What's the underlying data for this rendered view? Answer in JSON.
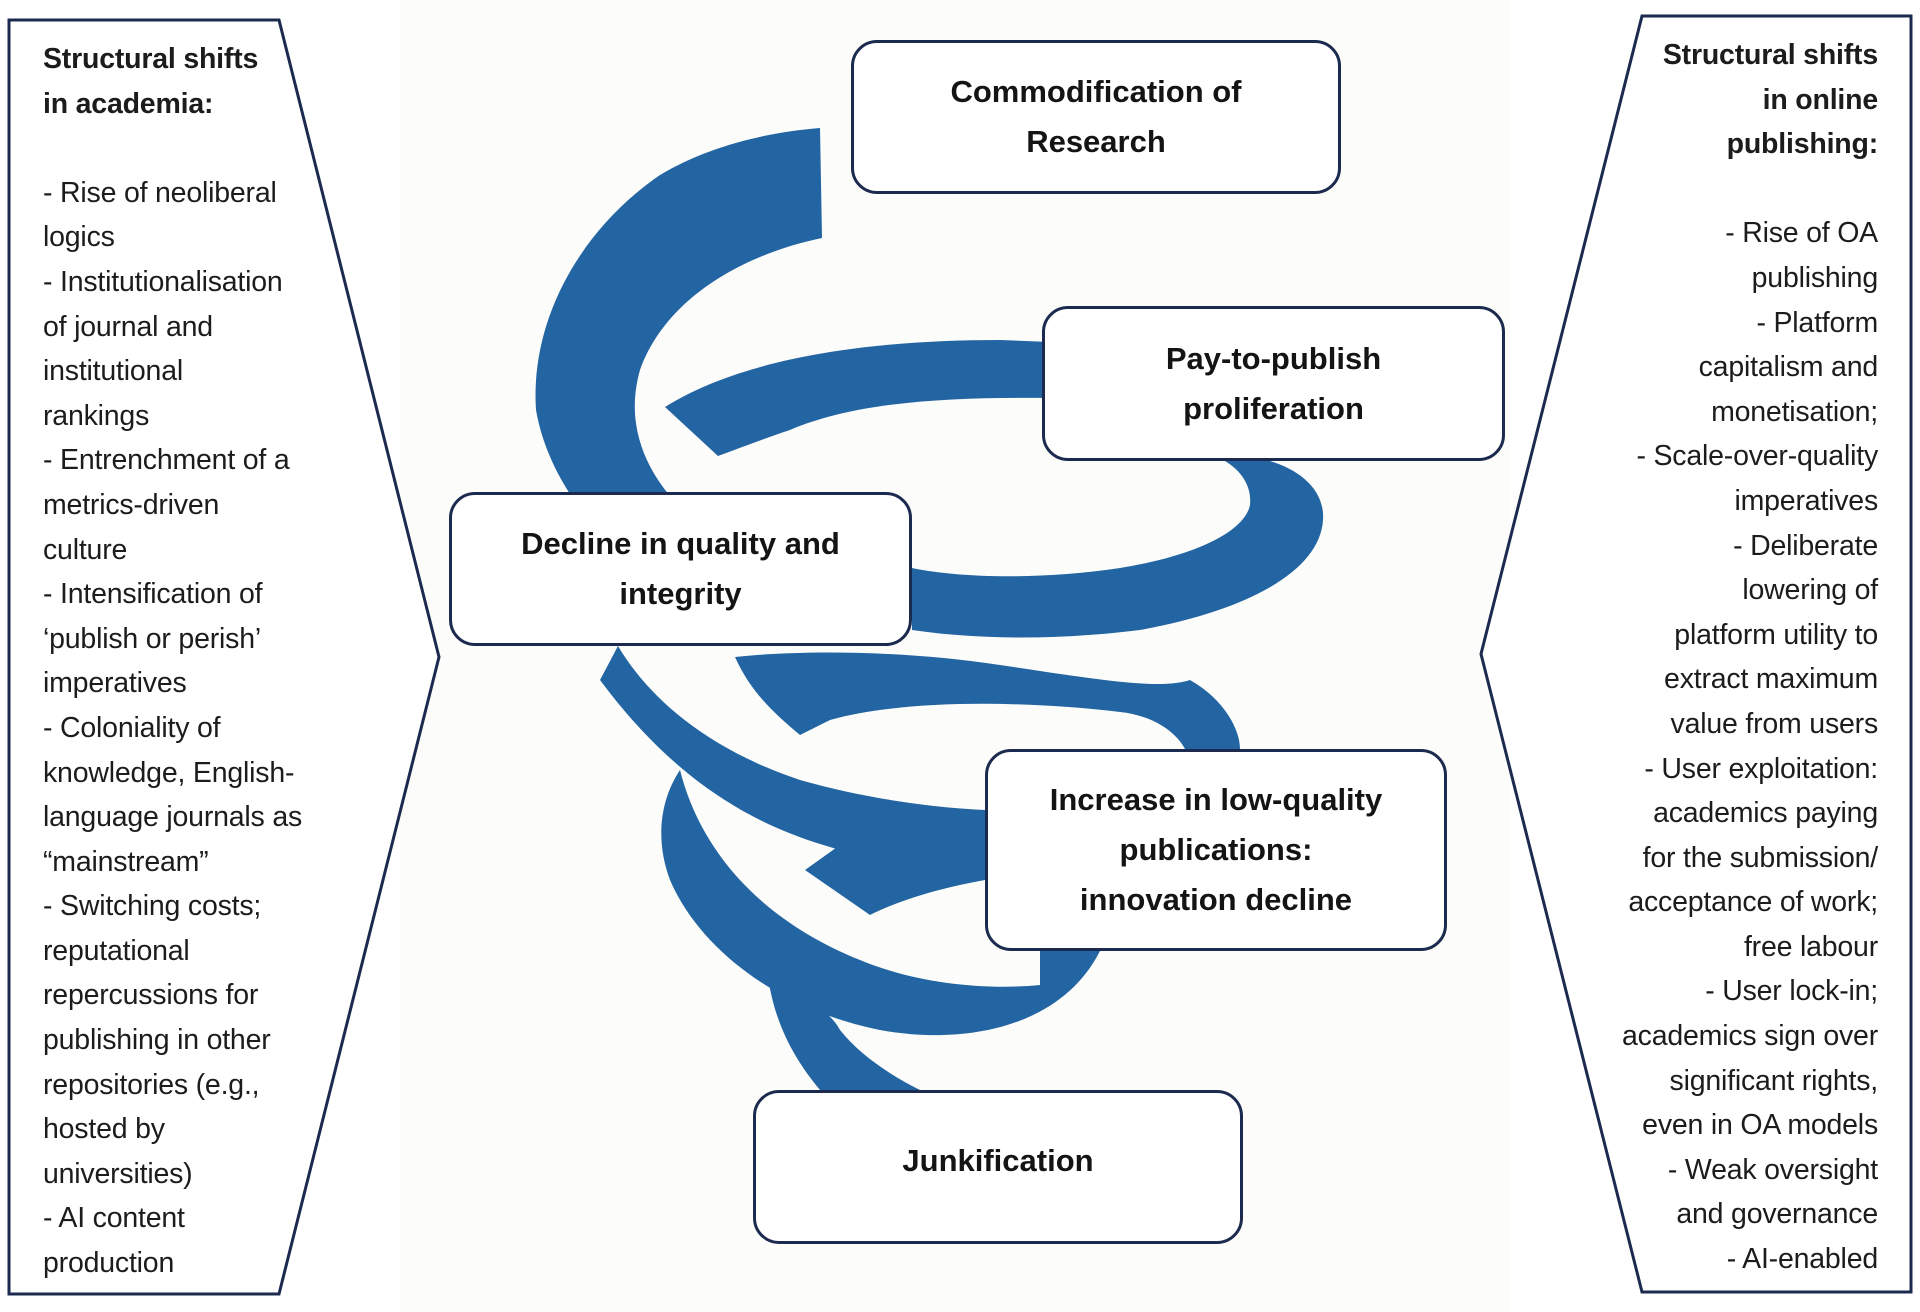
{
  "colors": {
    "spiral": "#2365a3",
    "outline": "#1b2a4e",
    "text": "#1a1a1a",
    "background": "#ffffff"
  },
  "left_panel": {
    "heading_lines": [
      "Structural shifts",
      "in academia:"
    ],
    "lines": [
      "- Rise of neoliberal",
      "logics",
      "- Institutionalisation",
      "of journal and",
      "institutional",
      "rankings",
      "- Entrenchment of a",
      "metrics-driven",
      "culture",
      "-  Intensification of",
      "‘publish or perish’",
      "imperatives",
      "- Coloniality of",
      "knowledge, English-",
      "language journals as",
      "“mainstream”",
      "- Switching costs;",
      "reputational",
      "repercussions for",
      "publishing in other",
      "repositories (e.g.,",
      "hosted by",
      "universities)",
      "- AI content",
      "production"
    ]
  },
  "right_panel": {
    "heading_lines": [
      "Structural shifts",
      "in online",
      "publishing:"
    ],
    "lines": [
      "- Rise of OA",
      "publishing",
      "- Platform",
      "capitalism and",
      "monetisation;",
      "- Scale-over-quality",
      "imperatives",
      "- Deliberate",
      "lowering of",
      "platform utility to",
      "extract maximum",
      "value from users",
      "- User exploitation:",
      "academics paying",
      "for the submission/",
      "acceptance of work;",
      "free labour",
      "-  User lock-in;",
      "academics sign over",
      "significant rights,",
      "even in OA models",
      "- Weak oversight",
      "and governance",
      "- AI-enabled"
    ]
  },
  "spiral_stages": [
    {
      "id": "commodification",
      "lines": [
        "Commodification of",
        "Research"
      ]
    },
    {
      "id": "pay-to-publish",
      "lines": [
        "Pay-to-publish",
        "proliferation"
      ]
    },
    {
      "id": "decline",
      "lines": [
        "Decline in quality and",
        "integrity"
      ]
    },
    {
      "id": "increase",
      "lines": [
        "Increase in low-quality",
        "publications:",
        "innovation decline"
      ]
    },
    {
      "id": "junkification",
      "lines": [
        "Junkification"
      ]
    }
  ]
}
